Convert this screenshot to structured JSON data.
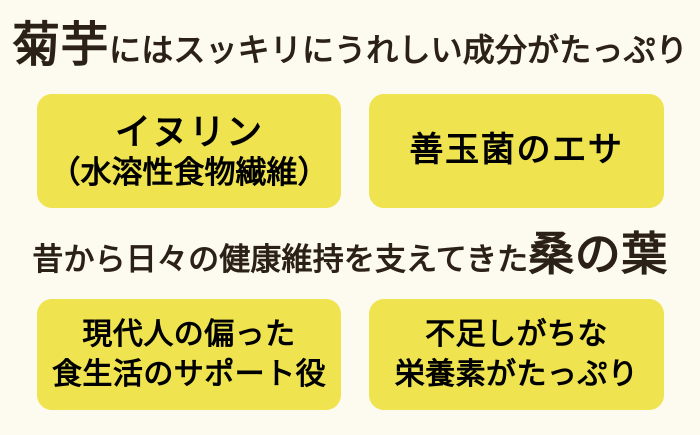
{
  "page": {
    "background_color": "#fdfaf0",
    "text_color": "#2b2117",
    "card_color": "#efe34f",
    "card_text_color": "#000000"
  },
  "sections": [
    {
      "id": "kikuimo",
      "heading": {
        "emphasis": "菊芋",
        "rest": "にはスッキリにうれしい成分がたっぷり"
      },
      "cards": [
        {
          "id": "inulin",
          "lines": [
            "イヌリン",
            "（水溶性食物繊維）"
          ]
        },
        {
          "id": "good-bacteria",
          "lines": [
            "善玉菌のエサ"
          ]
        }
      ]
    },
    {
      "id": "kuwanoha",
      "heading": {
        "rest": "昔から日々の健康維持を支えてきた",
        "emphasis": "桑の葉"
      },
      "cards": [
        {
          "id": "modern-diet",
          "lines": [
            "現代人の偏った",
            "食生活のサポート役"
          ]
        },
        {
          "id": "nutrients",
          "lines": [
            "不足しがちな",
            "栄養素がたっぷり"
          ]
        }
      ]
    }
  ]
}
